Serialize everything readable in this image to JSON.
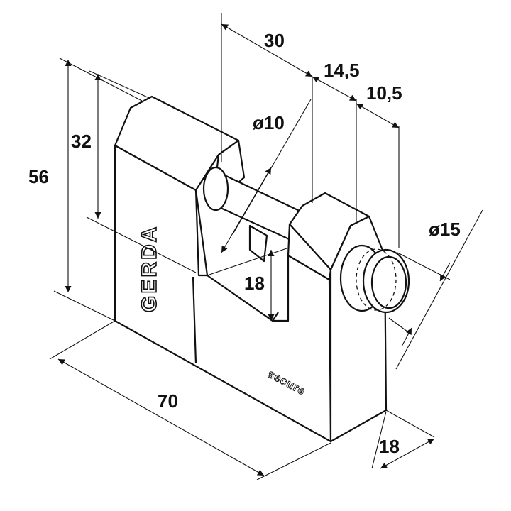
{
  "drawing": {
    "brand": "GERDA",
    "engraving": "secure",
    "dimensions": {
      "top_30": "30",
      "top_14_5": "14,5",
      "top_10_5": "10,5",
      "shackle_diameter": "ø10",
      "left_56": "56",
      "left_32": "32",
      "inner_18": "18",
      "cylinder_diameter": "ø15",
      "width_70": "70",
      "depth_18": "18"
    }
  }
}
